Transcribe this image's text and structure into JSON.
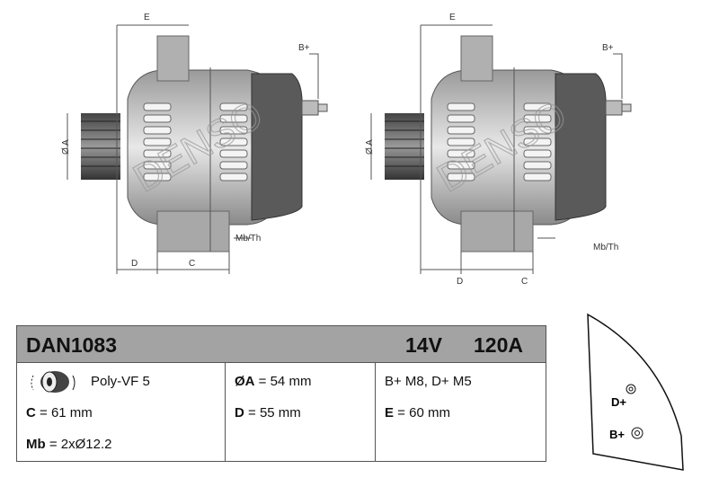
{
  "drawings": {
    "watermark": "DENSO",
    "dimension_labels": {
      "e": "E",
      "d": "D",
      "c": "C",
      "a": "Ø A",
      "b_plus": "B+",
      "mount": "Mb/Th"
    }
  },
  "spec": {
    "model": "DAN1083",
    "voltage": "14V",
    "current": "120A",
    "pulley": "Poly-VF 5",
    "c_label": "C",
    "c_value": " = 61 mm",
    "mb_label": "Mb",
    "mb_value": " = 2xØ12.2",
    "a_label": "ØA",
    "a_value": " = 54 mm",
    "d_label": "D",
    "d_value": " = 55 mm",
    "terminals": "B+ M8, D+ M5",
    "e_label": "E",
    "e_value": " = 60 mm"
  },
  "connector": {
    "d_plus": "D+",
    "b_plus": "B+"
  }
}
